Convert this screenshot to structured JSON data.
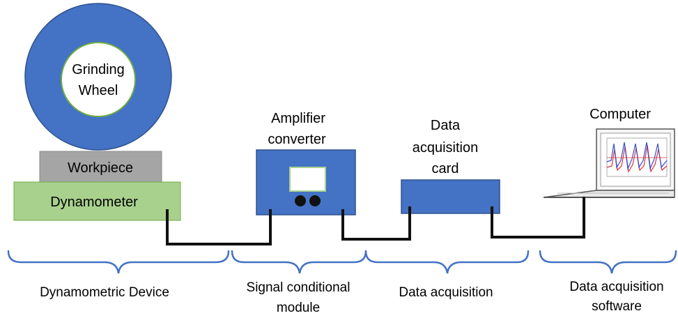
{
  "wheel": {
    "line1": "Grinding",
    "line2": "Wheel"
  },
  "workpiece": {
    "label": "Workpiece"
  },
  "dynamometer": {
    "label": "Dynamometer"
  },
  "amplifier": {
    "line1": "Amplifier",
    "line2": "converter"
  },
  "daq_card": {
    "line1": "Data",
    "line2": "acquisition",
    "line3": "card"
  },
  "computer": {
    "label": "Computer"
  },
  "groups": [
    {
      "line1": "Dynamometric Device",
      "line2": ""
    },
    {
      "line1": "Signal conditional",
      "line2": "module"
    },
    {
      "line1": "Data acquisition",
      "line2": ""
    },
    {
      "line1": "Data acquisition",
      "line2": "software"
    }
  ],
  "colors": {
    "blue": "#4472C4",
    "blue_edge": "#2F528F",
    "workpiece": "#A5A5A5",
    "dynamometer": "#A9D18E",
    "brace": "#4472C4",
    "plot_red": "#E03030",
    "plot_blue": "#3050D0"
  }
}
